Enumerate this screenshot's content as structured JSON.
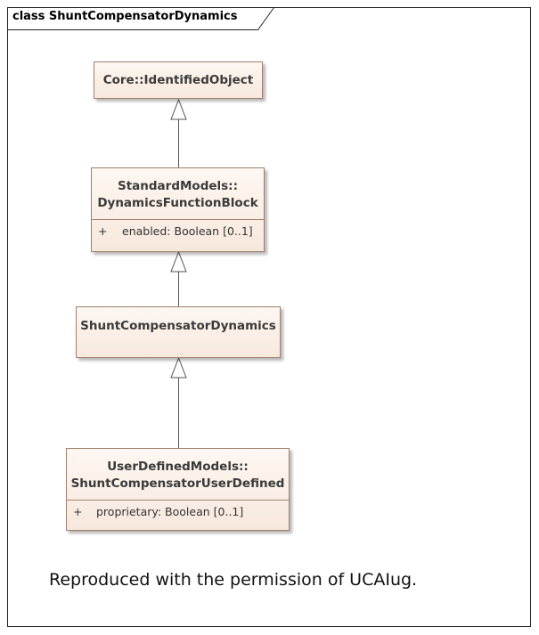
{
  "diagram": {
    "title": "class ShuntCompensatorDynamics",
    "classes": {
      "identified_object": {
        "name_lines": [
          "Core::IdentifiedObject"
        ]
      },
      "dynamics_function_block": {
        "name_lines": [
          "StandardModels::",
          "DynamicsFunctionBlock"
        ],
        "attributes": [
          {
            "visibility": "+",
            "text": "enabled: Boolean [0..1]"
          }
        ]
      },
      "shunt_compensator_dynamics": {
        "name_lines": [
          "ShuntCompensatorDynamics"
        ]
      },
      "shunt_compensator_user_defined": {
        "name_lines": [
          "UserDefinedModels::",
          "ShuntCompensatorUserDefined"
        ],
        "attributes": [
          {
            "visibility": "+",
            "text": "proprietary: Boolean [0..1]"
          }
        ]
      }
    },
    "relationships": [
      {
        "type": "generalization",
        "from": "StandardModels::DynamicsFunctionBlock",
        "to": "Core::IdentifiedObject"
      },
      {
        "type": "generalization",
        "from": "ShuntCompensatorDynamics",
        "to": "StandardModels::DynamicsFunctionBlock"
      },
      {
        "type": "generalization",
        "from": "UserDefinedModels::ShuntCompensatorUserDefined",
        "to": "ShuntCompensatorDynamics"
      }
    ],
    "caption": "Reproduced with the permission of UCAIug."
  }
}
